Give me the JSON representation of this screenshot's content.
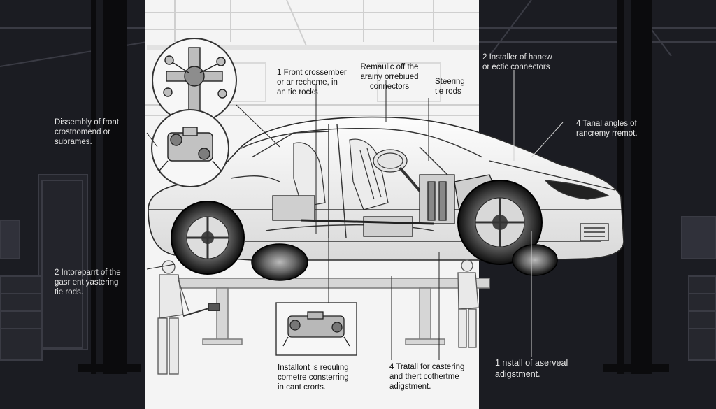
{
  "labels": {
    "front_crossmember": "1 Front crossember\nor ar recheme, in\nan tie rocks",
    "remove_connectors": "Remaulic off the\narainy orrebiued\nconnectors",
    "steering_tie_rods": "Steering\ntie rods",
    "install_connectors": "2 Installer of hanew\nor ectic connectors",
    "disassembly": "Dissembly of front\ncrostnomend or\nsubrames.",
    "final_angles": "4 Tanal angles of\nrancremy rremot.",
    "tie_rod_steering": "2 Intoreparrt of the\ngasr ent yastering\ntie rods.",
    "installation_bushing": "Installont is reouling\ncometre consterring\nin cant crorts.",
    "install_castering": "4 Tratall for castering\nand thert cothertme\nadigstment.",
    "install_adjustment": "1 nstall of aserveal\nadigstment."
  },
  "colors": {
    "background_dark": "#1b1c22",
    "panel_light": "#f4f4f4",
    "line_dark": "#2a2a2a",
    "text_light": "#e6e6e6"
  },
  "icons": [
    "lift-column-icon",
    "mechanic-figure-icon",
    "tool-icon",
    "wheel-icon",
    "suspension-assembly-icon"
  ]
}
